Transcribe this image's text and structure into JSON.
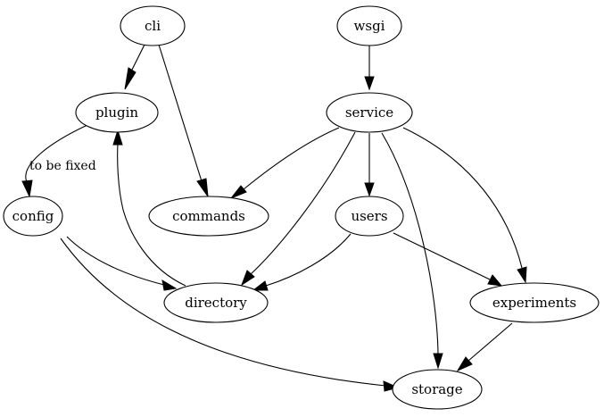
{
  "diagram": {
    "nodes": {
      "cli": "cli",
      "wsgi": "wsgi",
      "plugin": "plugin",
      "service": "service",
      "config": "config",
      "commands": "commands",
      "users": "users",
      "directory": "directory",
      "experiments": "experiments",
      "storage": "storage"
    },
    "edges": [
      {
        "from": "cli",
        "to": "plugin"
      },
      {
        "from": "cli",
        "to": "commands"
      },
      {
        "from": "wsgi",
        "to": "service"
      },
      {
        "from": "plugin",
        "to": "config",
        "label": "to be fixed"
      },
      {
        "from": "service",
        "to": "commands"
      },
      {
        "from": "service",
        "to": "directory"
      },
      {
        "from": "service",
        "to": "users"
      },
      {
        "from": "service",
        "to": "storage"
      },
      {
        "from": "service",
        "to": "experiments"
      },
      {
        "from": "config",
        "to": "directory"
      },
      {
        "from": "config",
        "to": "storage"
      },
      {
        "from": "directory",
        "to": "plugin"
      },
      {
        "from": "users",
        "to": "directory"
      },
      {
        "from": "users",
        "to": "experiments"
      },
      {
        "from": "experiments",
        "to": "storage"
      }
    ]
  }
}
